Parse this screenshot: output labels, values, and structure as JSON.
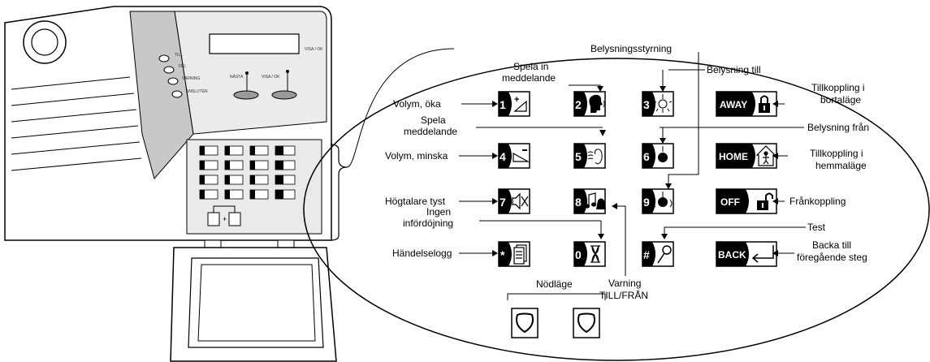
{
  "panel": {
    "leds": [
      "TILL",
      "FEL",
      "VARNING",
      "ANSLUTEN"
    ],
    "nav_left": "NÄSTA",
    "nav_right": "VISA / OK",
    "display_right": "VISA / OK"
  },
  "labels": {
    "volym_oka": "Volym, öka",
    "spela_in_1": "Spela in",
    "spela_in_2": "meddelande",
    "belysningsstyrning": "Belysningsstyrning",
    "belysning_till": "Belysning till",
    "tillkoppling_borta_1": "Tillkoppling i",
    "tillkoppling_borta_2": "bortaläge",
    "spela_1": "Spela",
    "spela_2": "meddelande",
    "belysning_fran": "Belysning från",
    "volym_minska": "Volym, minska",
    "tillkoppling_hemma_1": "Tillkoppling i",
    "tillkoppling_hemma_2": "hemmaläge",
    "hogtalare_tyst": "Högtalare tyst",
    "frankoppling": "Frånkoppling",
    "ingen_1": "Ingen",
    "ingen_2": "infördöjning",
    "test": "Test",
    "handelselogg": "Händelselogg",
    "backa_1": "Backa till",
    "backa_2": "föregående steg",
    "varning_1": "Varning",
    "varning_2": "TILL/FRÅN",
    "nodlage": "Nödläge"
  },
  "keys": {
    "k1": "1",
    "k2": "2",
    "k3": "3",
    "k4": "4",
    "k5": "5",
    "k6": "6",
    "k7": "7",
    "k8": "8",
    "k9": "9",
    "kstar": "*",
    "k0": "0",
    "khash": "#",
    "away": "AWAY",
    "home": "HOME",
    "off": "OFF",
    "back": "BACK"
  }
}
